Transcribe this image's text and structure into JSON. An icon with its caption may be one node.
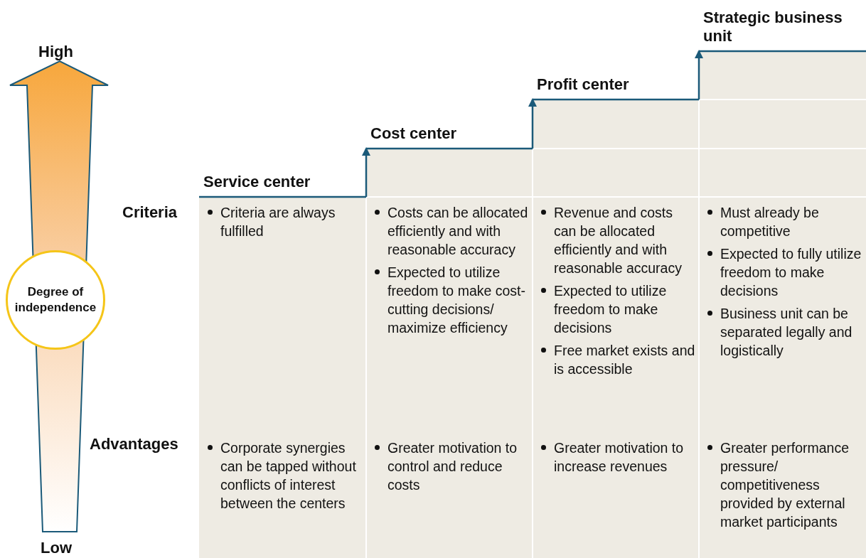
{
  "diagram": {
    "nodes": [
      {
        "text": [
          "Degree of independence"
        ]
      },
      {
        "text": [
          "Service center"
        ]
      },
      {
        "text": [
          "Cost center"
        ]
      },
      {
        "text": [
          "Profit center"
        ]
      },
      {
        "text": [
          "Strategic business unit"
        ]
      }
    ],
    "edges": [
      {
        "from": 1,
        "to": 2,
        "arrow": "to"
      },
      {
        "from": 2,
        "to": 3,
        "arrow": "to"
      },
      {
        "from": 3,
        "to": 4,
        "arrow": "to"
      }
    ],
    "labels": [
      "High",
      "Criteria",
      "Criteria are always fulfilled",
      "Costs can be allocated efficiently and with reasonable accuracy",
      "Expected to utilize freedom to make cost-cutting decisions/ maximize efficiency",
      "Revenue and costs can be allocated efficiently and with reasonable accuracy",
      "Expected to utilize freedom to make decisions",
      "Free market exists and is accessible",
      "Must already be competitive",
      "Expected to fully utilize freedom to make decisions",
      "Business unit can be separated legally and logistically",
      "Advantages",
      "Corporate synergies can be tapped without conflicts of interest between the centers",
      "Greater motivation to control and reduce costs",
      "Greater motivation to increase revenues",
      "Greater performance pressure/ competitiveness provided by external market participants",
      "Low"
    ]
  }
}
